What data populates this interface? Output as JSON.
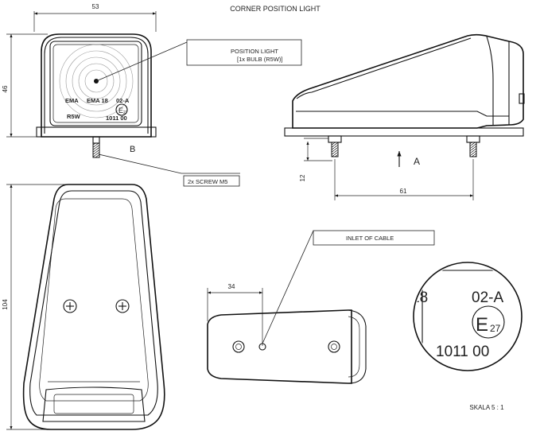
{
  "title": "CORNER POSITION LIGHT",
  "callouts": {
    "position_light_line1": "POSITION LIGHT",
    "position_light_line2": "[1x BULB (R5W)]",
    "screw": "2x SCREW M5",
    "inlet": "INLET OF CABLE"
  },
  "view_labels": {
    "b": "B",
    "a": "A"
  },
  "dimensions": {
    "width_top": "53",
    "height_front": "46",
    "stud_height": "12",
    "stud_spacing": "61",
    "length_top": "104",
    "inlet_offset": "34"
  },
  "lens_marking": {
    "ema1": "EMA",
    "ema2": "EMA 18",
    "code": "02-A",
    "r5w": "R5W",
    "number": "1011 00",
    "e_mark": "E",
    "e_sub": "27"
  },
  "detail": {
    "partial": "18",
    "code": "02-A",
    "e_mark": "E",
    "e_sub": "27",
    "number": "1011 00",
    "scale": "SKALA 5 : 1"
  },
  "colors": {
    "line": "#111111",
    "background": "#ffffff"
  }
}
